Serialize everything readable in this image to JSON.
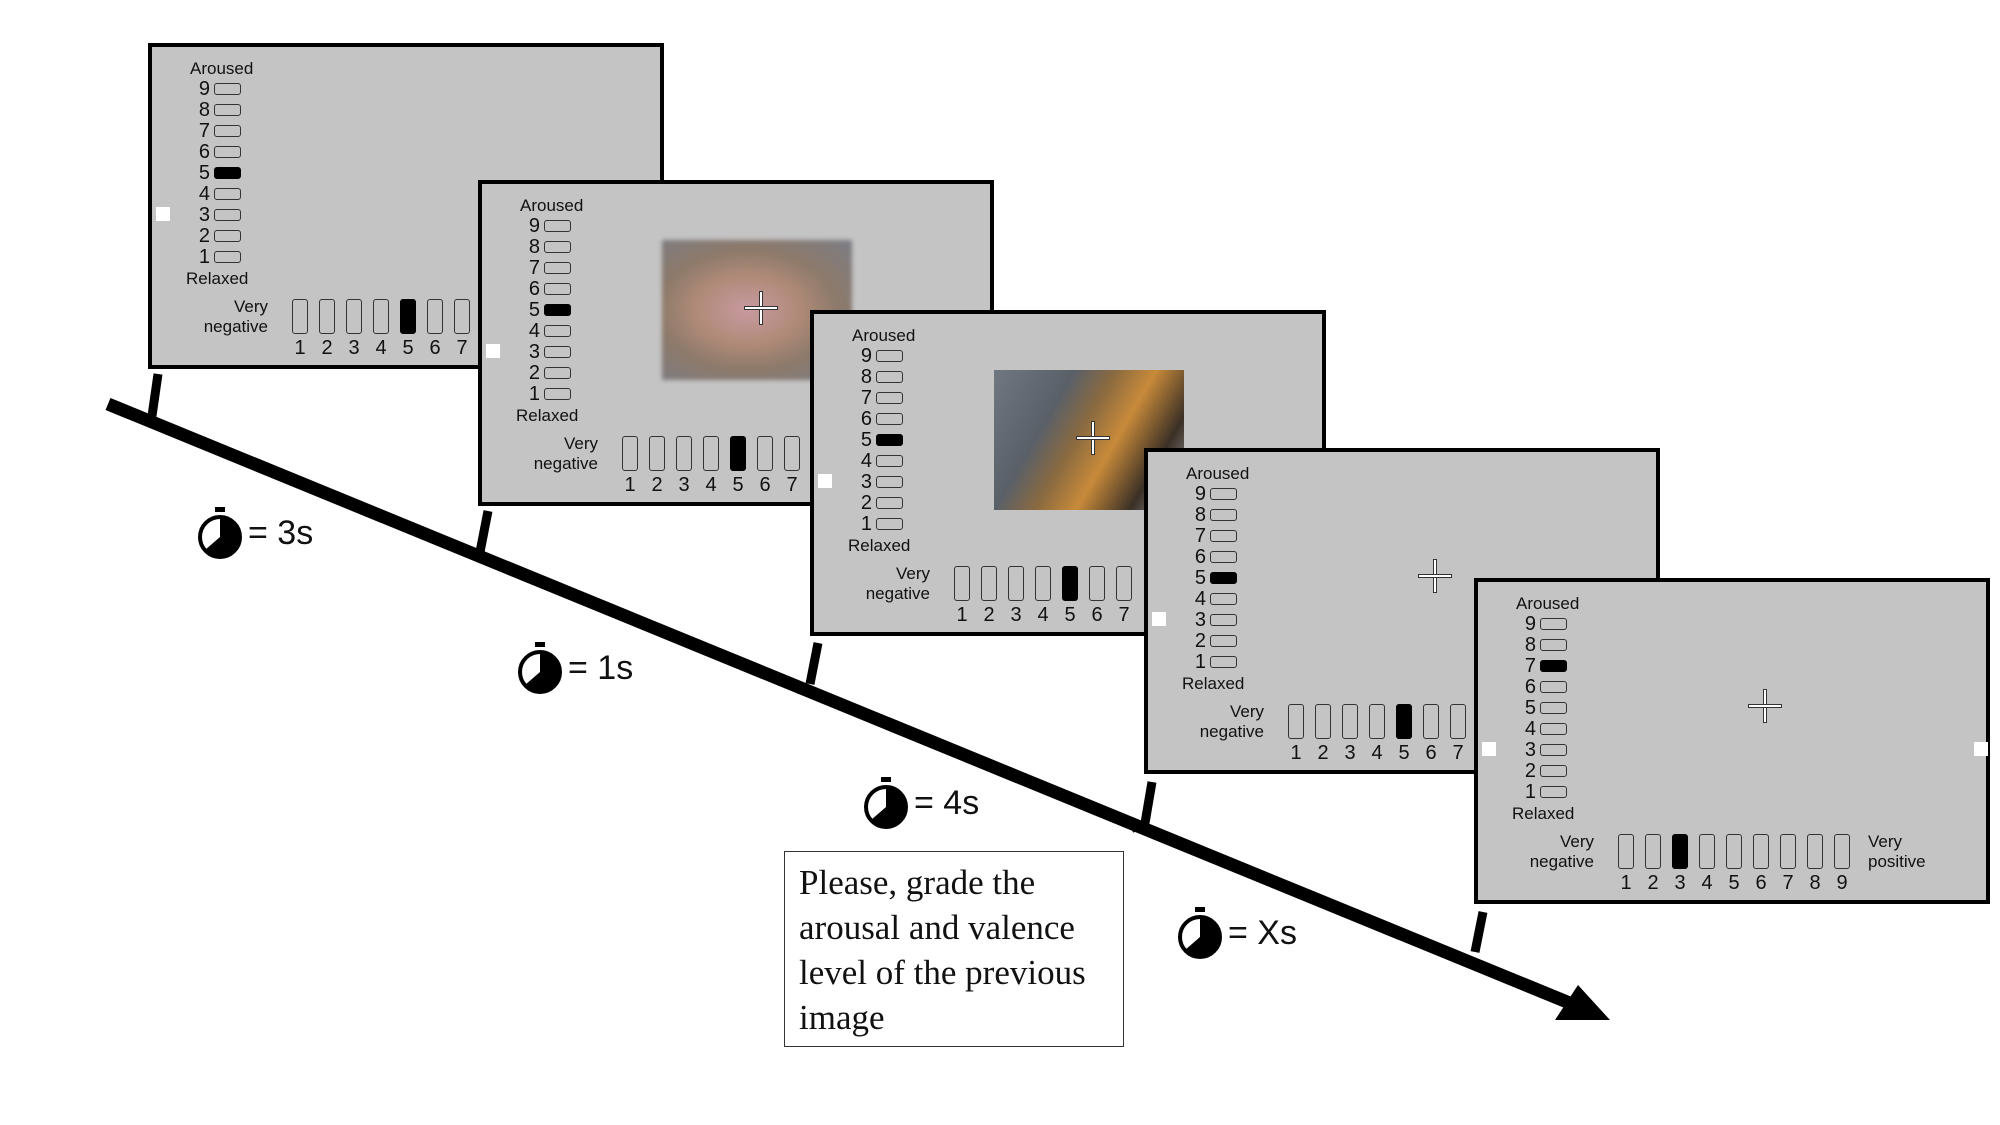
{
  "labels": {
    "aroused": "Aroused",
    "relaxed": "Relaxed",
    "very": "Very",
    "negative": "negative",
    "positive": "positive"
  },
  "screens": [
    {
      "id": "screen-1",
      "stimulus": "none",
      "arousal_selected": 5,
      "valence_selected": 5,
      "valence_visible_count": 7
    },
    {
      "id": "screen-2",
      "stimulus": "blurred-image",
      "arousal_selected": 5,
      "valence_selected": 5,
      "valence_visible_count": 7
    },
    {
      "id": "screen-3",
      "stimulus": "tiger-image",
      "arousal_selected": 5,
      "valence_selected": 5,
      "valence_visible_count": 7
    },
    {
      "id": "screen-4",
      "stimulus": "none",
      "arousal_selected": 5,
      "valence_selected": 5,
      "valence_visible_count": 7
    },
    {
      "id": "screen-5",
      "stimulus": "none",
      "arousal_selected": 7,
      "valence_selected": 3,
      "valence_visible_count": 9
    }
  ],
  "timers": [
    "= 3s",
    "= 1s",
    "= 4s",
    "= Xs"
  ],
  "caption": "Please, grade the arousal and valence level of  the previous image",
  "colors": {
    "screen_bg": "#c4c4c4",
    "border": "#000000",
    "selected": "#000000"
  },
  "icons": {
    "timer": "stopwatch-icon",
    "fixation": "fixation-cross-icon"
  }
}
